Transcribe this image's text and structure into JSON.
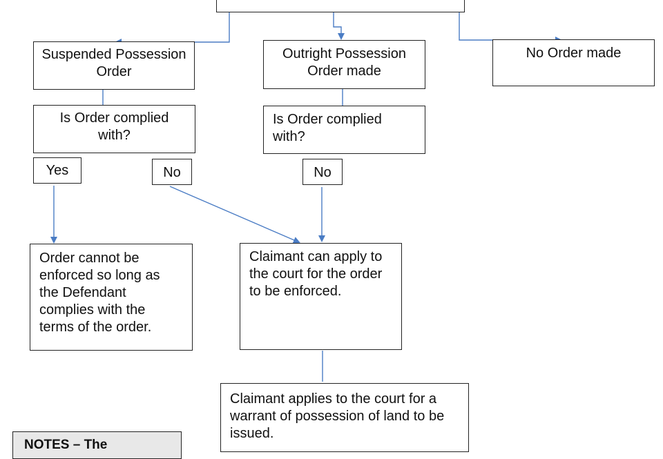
{
  "diagram": {
    "nodes": {
      "top": "",
      "suspended": "Suspended Possession Order",
      "outright": "Outright Possession Order made",
      "no_order": "No Order made",
      "complied_left": "Is Order complied with?",
      "complied_right": "Is Order complied with?",
      "yes_left": "Yes",
      "no_left": "No",
      "no_right": "No",
      "cannot_enforce": "Order cannot be enforced so long as the Defendant complies with the terms of the order.",
      "claimant_apply": "Claimant can apply to the court for the order to be enforced.",
      "warrant": "Claimant applies to the court for a warrant of possession of land to be issued.",
      "notes": "NOTES – The"
    },
    "edges": [
      {
        "from": "top",
        "to": "suspended",
        "arrow": true
      },
      {
        "from": "top",
        "to": "outright",
        "arrow": true
      },
      {
        "from": "top",
        "to": "no_order",
        "arrow": true
      },
      {
        "from": "suspended",
        "to": "complied_left",
        "arrow": false
      },
      {
        "from": "outright",
        "to": "complied_right",
        "arrow": false
      },
      {
        "from": "yes_left",
        "to": "cannot_enforce",
        "arrow": true
      },
      {
        "from": "no_left",
        "to": "claimant_apply",
        "arrow": true
      },
      {
        "from": "no_right",
        "to": "claimant_apply",
        "arrow": true
      },
      {
        "from": "claimant_apply",
        "to": "warrant",
        "arrow": false
      }
    ],
    "connector_color": "#4a7cc4"
  }
}
